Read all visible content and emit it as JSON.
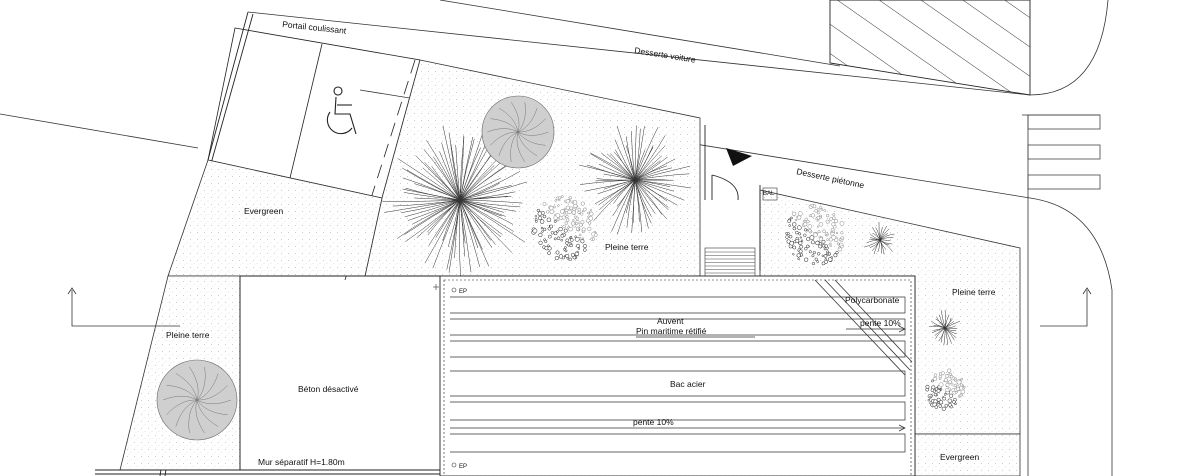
{
  "plan": {
    "labels": {
      "portail": "Portail coulissant",
      "desserte_voiture": "Desserte voiture",
      "desserte_pietonne": "Desserte piétonne",
      "bal": "BAL",
      "evergreen_left": "Evergreen",
      "pleine_terre_center": "Pleine terre",
      "pleine_terre_left": "Pleine terre",
      "pleine_terre_right": "Pleine terre",
      "beton": "Béton désactivé",
      "mur": "Mur séparatif  H=1.80m",
      "ep_top": "EP",
      "ep_bottom": "EP",
      "auvent": "Auvent",
      "pin": "Pin maritime rétifié",
      "polycarbonate": "Polycarbonate",
      "pente_right": "pente 10%",
      "bac_acier": "Bac acier",
      "pente_main": "pente 10%",
      "evergreen_right": "Evergreen"
    },
    "colors": {
      "line": "#222222",
      "tree_fill": "#cfcfcf",
      "ground_dots": "#b5b5b5"
    },
    "icons": [
      "accessibility-icon",
      "north-arrow-icon",
      "section-marker-icon"
    ]
  }
}
